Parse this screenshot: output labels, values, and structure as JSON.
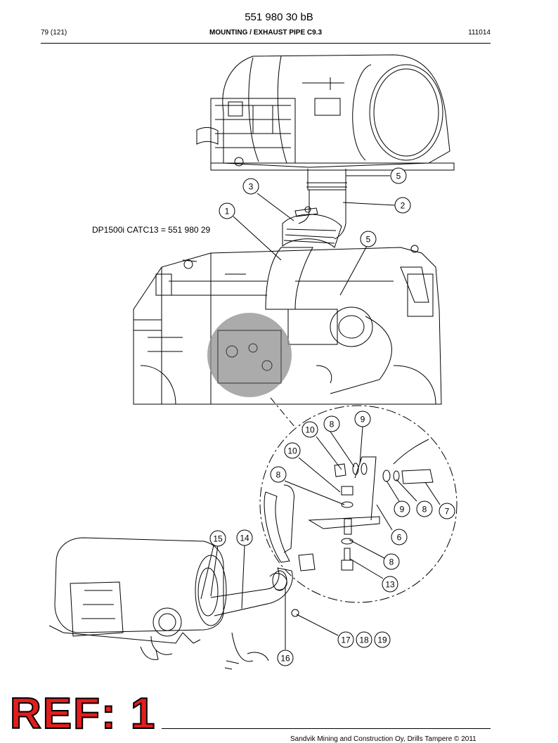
{
  "document": {
    "number": "551 980 30 bB",
    "page": "79 (121)",
    "title": "MOUNTING / EXHAUST PIPE C9.3",
    "code": "111014",
    "variant_note": "DP1500i CATC13 = 551 980 29",
    "ref_stamp": "REF: 1",
    "footer_copyright": "Sandvik Mining and Construction Oy, Drills Tampere © 2011"
  },
  "callouts": [
    "5",
    "3",
    "2",
    "1",
    "5",
    "10",
    "8",
    "9",
    "10",
    "8",
    "9",
    "8",
    "7",
    "6",
    "15",
    "14",
    "8",
    "13",
    "17",
    "18",
    "19",
    "16"
  ],
  "colors": {
    "line": "#000000",
    "detail_shade": "#8f8f8f",
    "ref_stamp": "#e31d1d"
  }
}
